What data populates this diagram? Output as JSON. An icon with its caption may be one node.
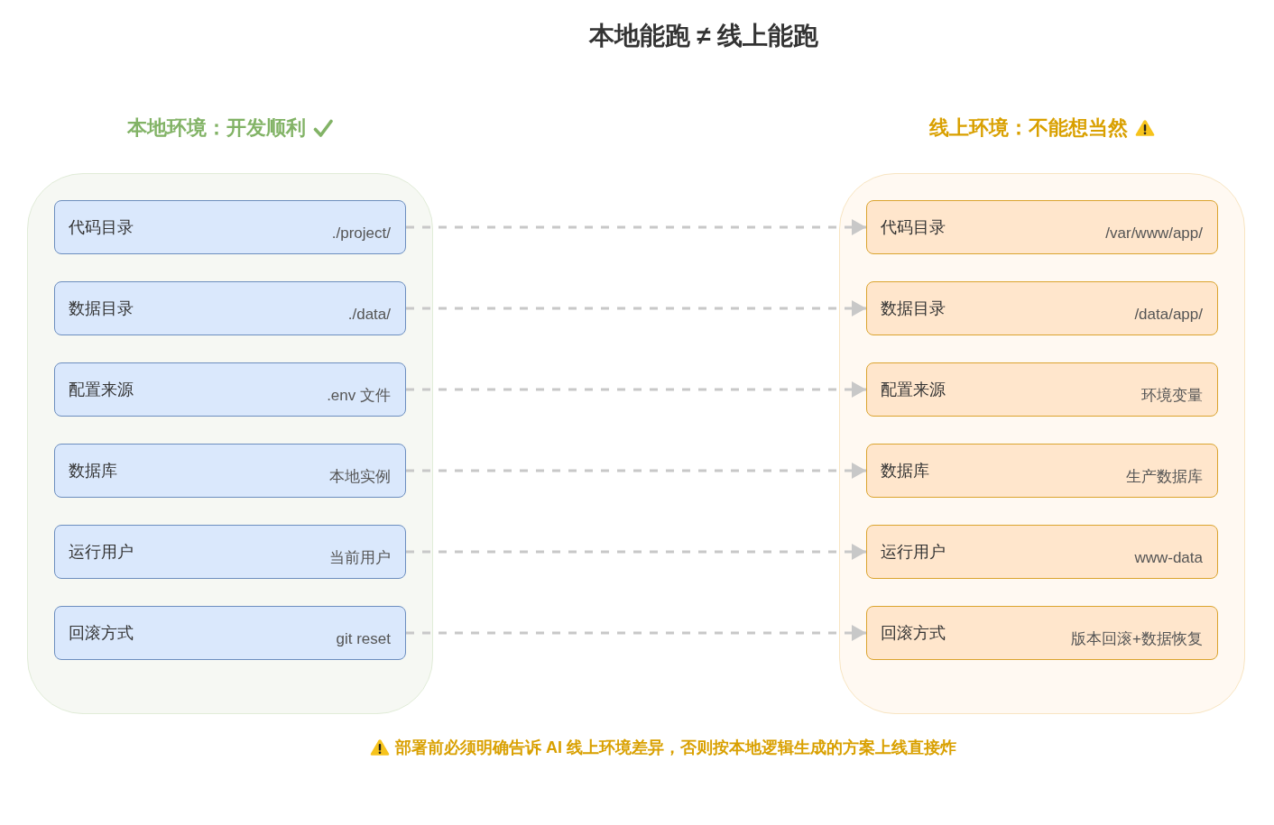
{
  "diagram": {
    "title": "本地能跑 ≠ 线上能跑",
    "nodes": [
      {
        "text": [
          "本地环境：开发顺利"
        ]
      },
      {
        "text": [
          "代码目录",
          "./project/"
        ],
        "in": 0
      },
      {
        "text": [
          "数据目录",
          "./data/"
        ],
        "in": 0
      },
      {
        "text": [
          "配置来源",
          ".env 文件"
        ],
        "in": 0
      },
      {
        "text": [
          "数据库",
          "本地实例"
        ],
        "in": 0
      },
      {
        "text": [
          "运行用户",
          "当前用户"
        ],
        "in": 0
      },
      {
        "text": [
          "回滚方式",
          "git reset"
        ],
        "in": 0
      },
      {
        "text": [
          "线上环境：不能想当然"
        ]
      },
      {
        "text": [
          "代码目录",
          "/var/www/app/"
        ],
        "in": 7
      },
      {
        "text": [
          "数据目录",
          "/data/app/"
        ],
        "in": 7
      },
      {
        "text": [
          "配置来源",
          "环境变量"
        ],
        "in": 7
      },
      {
        "text": [
          "数据库",
          "生产数据库"
        ],
        "in": 7
      },
      {
        "text": [
          "运行用户",
          "www-data"
        ],
        "in": 7
      },
      {
        "text": [
          "回滚方式",
          "版本回滚+数据恢复"
        ],
        "in": 7
      }
    ],
    "edges": [
      {
        "from": 1,
        "to": 8,
        "arrow": "to",
        "style": "dashed"
      },
      {
        "from": 2,
        "to": 9,
        "arrow": "to",
        "style": "dashed"
      },
      {
        "from": 3,
        "to": 10,
        "arrow": "to",
        "style": "dashed"
      },
      {
        "from": 4,
        "to": 11,
        "arrow": "to",
        "style": "dashed"
      },
      {
        "from": 5,
        "to": 12,
        "arrow": "to",
        "style": "dashed"
      },
      {
        "from": 6,
        "to": 13,
        "arrow": "to",
        "style": "dashed"
      }
    ],
    "labels": [
      "部署前必须明确告诉 AI 线上环境差异，否则按本地逻辑生成的方案上线直接炸"
    ]
  }
}
